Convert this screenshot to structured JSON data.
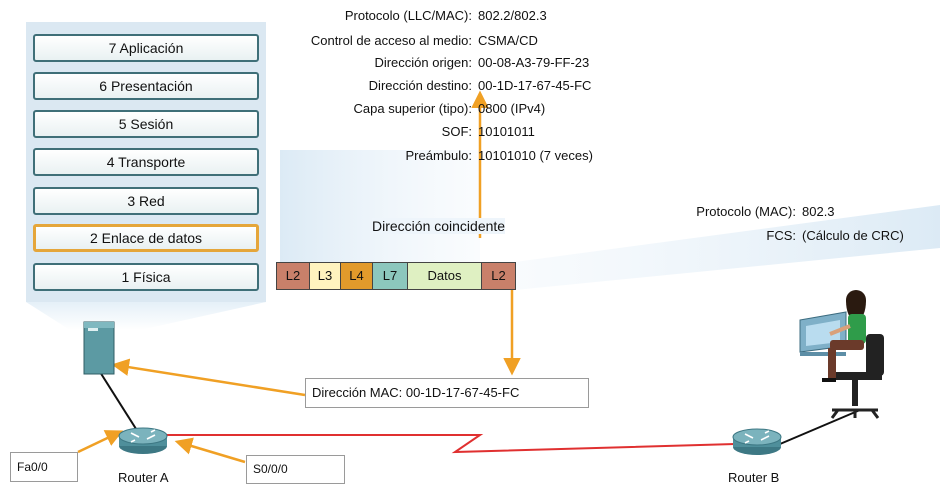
{
  "osi_layers": [
    {
      "label": "7 Aplicación"
    },
    {
      "label": "6 Presentación"
    },
    {
      "label": "5 Sesión"
    },
    {
      "label": "4 Transporte"
    },
    {
      "label": "3 Red"
    },
    {
      "label": "2 Enlace de datos",
      "highlighted": true
    },
    {
      "label": "1 Física"
    }
  ],
  "header_fields": [
    {
      "key": "Protocolo (LLC/MAC):",
      "value": "802.2/802.3"
    },
    {
      "key": "Control de acceso al medio:",
      "value": "CSMA/CD"
    },
    {
      "key": "Dirección origen:",
      "value": "00-08-A3-79-FF-23"
    },
    {
      "key": "Dirección destino:",
      "value": "00-1D-17-67-45-FC"
    },
    {
      "key": "Capa superior (tipo):",
      "value": "0800 (IPv4)"
    },
    {
      "key": "SOF:",
      "value": "10101011"
    },
    {
      "key": "Preámbulo:",
      "value": "10101010 (7 veces)"
    }
  ],
  "trailer_fields": [
    {
      "key": "Protocolo (MAC):",
      "value": "802.3"
    },
    {
      "key": "FCS:",
      "value": "(Cálculo de CRC)"
    }
  ],
  "matching_address_label": "Dirección coincidente",
  "frame": [
    {
      "label": "L2",
      "color": "#c9806a"
    },
    {
      "label": "L3",
      "color": "#fff3bf"
    },
    {
      "label": "L4",
      "color": "#e29a2b"
    },
    {
      "label": "L7",
      "color": "#8cc7bd"
    },
    {
      "label": "Datos",
      "color": "#dff0c2"
    },
    {
      "label": "L2",
      "color": "#c9806a"
    }
  ],
  "mac_box_label": "Dirección MAC: 00-1D-17-67-45-FC",
  "interface_fa": "Fa0/0",
  "interface_s": "S0/0/0",
  "router_a_label": "Router A",
  "router_b_label": "Router B",
  "colors": {
    "arrow": "#f0a024",
    "serial_link": "#e03030",
    "router": "#4f8f9b",
    "server": "#5c9aa3"
  },
  "icons": [
    "server-icon",
    "router-a-icon",
    "router-b-icon",
    "user-at-computer-icon"
  ]
}
